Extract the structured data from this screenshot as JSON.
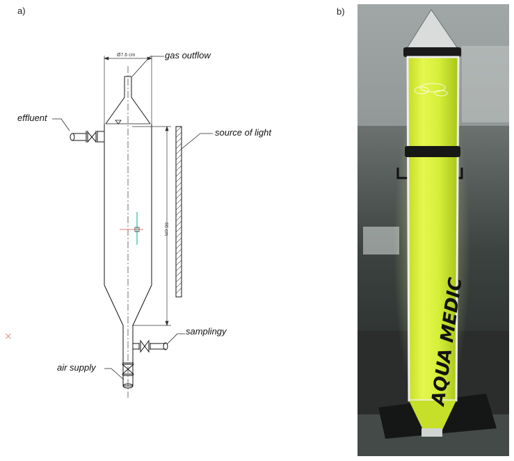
{
  "panel_a": {
    "label": "a)",
    "labels": {
      "gas_outflow": "gas outflow",
      "effluent": "effluent",
      "source_of_light": "source of light",
      "samplingy": "samplingy",
      "air_supply": "air supply"
    },
    "dimensions": {
      "diameter": "Ø7.6 cm",
      "height": "66 cm"
    },
    "stray_mark": "×"
  },
  "panel_b": {
    "label": "b)",
    "brand_text": "AQUA MEDIC",
    "colors": {
      "culture": "#d7f03a",
      "background": "#3a3f3a",
      "cap": "#1a1a1a"
    }
  }
}
